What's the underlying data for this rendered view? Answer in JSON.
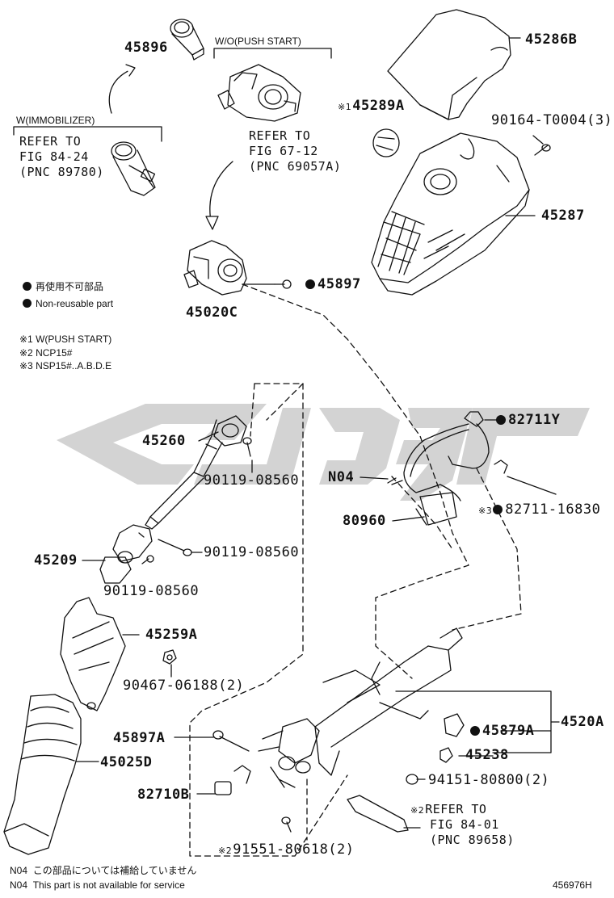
{
  "brackets": {
    "immobilizer": "W(IMMOBILIZER)",
    "push_start": "W/O(PUSH START)"
  },
  "refs": {
    "r1": [
      "REFER TO",
      "FIG 84-24",
      "(PNC 89780)"
    ],
    "r2": [
      "REFER TO",
      "FIG 67-12",
      "(PNC 69057A)"
    ],
    "r3": [
      "REFER TO",
      "FIG 84-01",
      "(PNC 89658)"
    ]
  },
  "legend": {
    "jp": "再使用不可部品",
    "en": "Non-reusable part"
  },
  "notes": {
    "n1": "※1 W(PUSH START)",
    "n2": "※2 NCP15#",
    "n3": "※3 NSP15#..A.B.D.E"
  },
  "marks": {
    "m1": "※1",
    "m2": "※2",
    "m3": "※3"
  },
  "parts": {
    "p45896": "45896",
    "p45286B": "45286B",
    "p45289A": "45289A",
    "p90164": "90164-T0004(3)",
    "p45287": "45287",
    "p45897": "45897",
    "p45020C": "45020C",
    "p45260": "45260",
    "p90119a": "90119-08560",
    "p82711Y": "82711Y",
    "pN04": "N04",
    "p82711_16830": "82711-16830",
    "p80960": "80960",
    "p45209": "45209",
    "p90119b": "90119-08560",
    "p90119c": "90119-08560",
    "p45259A": "45259A",
    "p90467": "90467-06188(2)",
    "p4520A": "4520A",
    "p45879A": "45879A",
    "p45897A": "45897A",
    "p45238": "45238",
    "p45025D": "45025D",
    "p94151": "94151-80800(2)",
    "p82710B": "82710B",
    "p91551": "91551-80618(2)"
  },
  "footer": {
    "n04_code": "N04",
    "n04_jp": "この部品については補給していません",
    "n04_en": "This part is not available for service",
    "fig_id": "456976H"
  },
  "colors": {
    "line": "#111111",
    "watermark": "#cfcfcf",
    "paper": "#ffffff"
  }
}
